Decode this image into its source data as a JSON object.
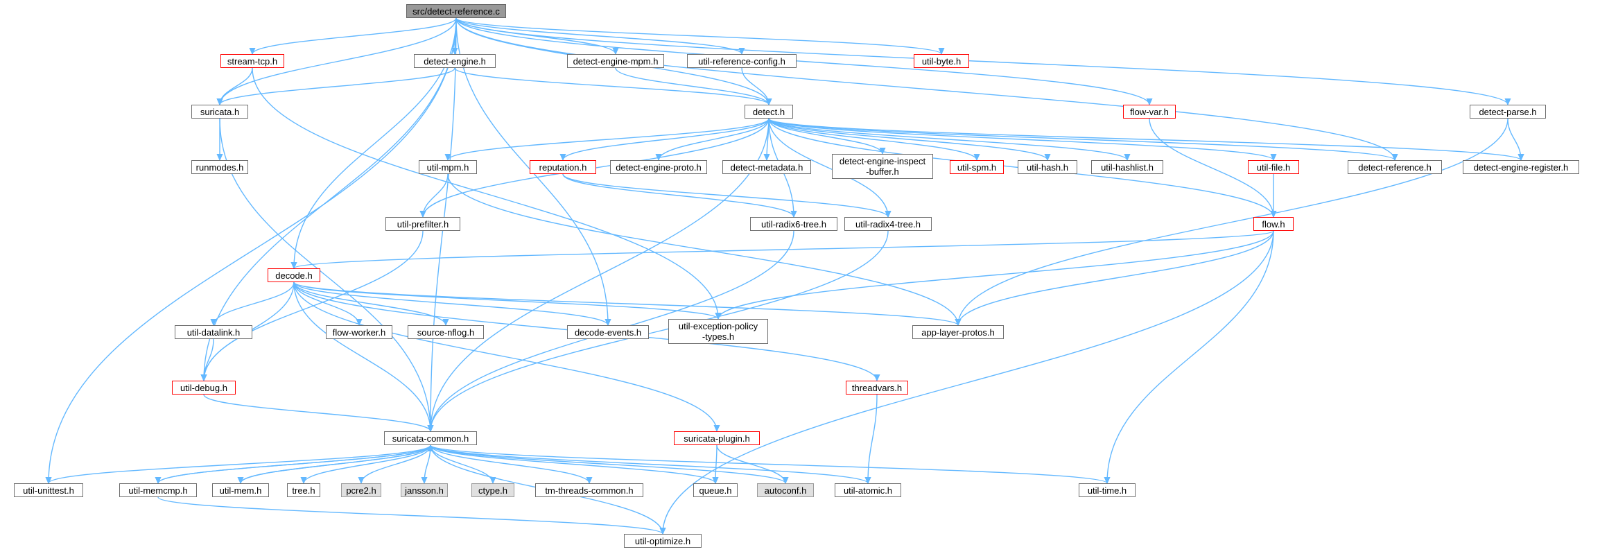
{
  "diagram": {
    "nodes": [
      {
        "id": "root",
        "label": "src/detect-reference.c",
        "style": "root"
      },
      {
        "id": "stream_tcp",
        "label": "stream-tcp.h",
        "style": "red"
      },
      {
        "id": "detect_engine",
        "label": "detect-engine.h",
        "style": "normal"
      },
      {
        "id": "detect_engine_mpm",
        "label": "detect-engine-mpm.h",
        "style": "normal"
      },
      {
        "id": "util_reference_config",
        "label": "util-reference-config.h",
        "style": "normal"
      },
      {
        "id": "util_byte",
        "label": "util-byte.h",
        "style": "red"
      },
      {
        "id": "suricata",
        "label": "suricata.h",
        "style": "normal"
      },
      {
        "id": "detect",
        "label": "detect.h",
        "style": "normal"
      },
      {
        "id": "flow_var",
        "label": "flow-var.h",
        "style": "red"
      },
      {
        "id": "detect_parse",
        "label": "detect-parse.h",
        "style": "normal"
      },
      {
        "id": "runmodes",
        "label": "runmodes.h",
        "style": "normal"
      },
      {
        "id": "util_mpm",
        "label": "util-mpm.h",
        "style": "normal"
      },
      {
        "id": "reputation",
        "label": "reputation.h",
        "style": "red"
      },
      {
        "id": "detect_engine_proto",
        "label": "detect-engine-proto.h",
        "style": "normal"
      },
      {
        "id": "detect_metadata",
        "label": "detect-metadata.h",
        "style": "normal"
      },
      {
        "id": "detect_engine_inspect_buffer",
        "label": "detect-engine-inspect\n-buffer.h",
        "style": "normal"
      },
      {
        "id": "util_spm",
        "label": "util-spm.h",
        "style": "red"
      },
      {
        "id": "util_hash",
        "label": "util-hash.h",
        "style": "normal"
      },
      {
        "id": "util_hashlist",
        "label": "util-hashlist.h",
        "style": "normal"
      },
      {
        "id": "util_file",
        "label": "util-file.h",
        "style": "red"
      },
      {
        "id": "detect_reference",
        "label": "detect-reference.h",
        "style": "normal"
      },
      {
        "id": "detect_engine_register",
        "label": "detect-engine-register.h",
        "style": "normal"
      },
      {
        "id": "util_prefilter",
        "label": "util-prefilter.h",
        "style": "normal"
      },
      {
        "id": "util_radix6_tree",
        "label": "util-radix6-tree.h",
        "style": "normal"
      },
      {
        "id": "util_radix4_tree",
        "label": "util-radix4-tree.h",
        "style": "normal"
      },
      {
        "id": "flow",
        "label": "flow.h",
        "style": "red"
      },
      {
        "id": "decode",
        "label": "decode.h",
        "style": "red"
      },
      {
        "id": "util_datalink",
        "label": "util-datalink.h",
        "style": "normal"
      },
      {
        "id": "flow_worker",
        "label": "flow-worker.h",
        "style": "normal"
      },
      {
        "id": "source_nflog",
        "label": "source-nflog.h",
        "style": "normal"
      },
      {
        "id": "decode_events",
        "label": "decode-events.h",
        "style": "normal"
      },
      {
        "id": "util_exception_policy_types",
        "label": "util-exception-policy\n-types.h",
        "style": "normal"
      },
      {
        "id": "app_layer_protos",
        "label": "app-layer-protos.h",
        "style": "normal"
      },
      {
        "id": "util_debug",
        "label": "util-debug.h",
        "style": "red"
      },
      {
        "id": "threadvars",
        "label": "threadvars.h",
        "style": "red"
      },
      {
        "id": "suricata_common",
        "label": "suricata-common.h",
        "style": "normal"
      },
      {
        "id": "suricata_plugin",
        "label": "suricata-plugin.h",
        "style": "red"
      },
      {
        "id": "util_unittest",
        "label": "util-unittest.h",
        "style": "normal"
      },
      {
        "id": "util_memcmp",
        "label": "util-memcmp.h",
        "style": "normal"
      },
      {
        "id": "util_mem",
        "label": "util-mem.h",
        "style": "normal"
      },
      {
        "id": "tree",
        "label": "tree.h",
        "style": "normal"
      },
      {
        "id": "pcre2",
        "label": "pcre2.h",
        "style": "grey"
      },
      {
        "id": "jansson",
        "label": "jansson.h",
        "style": "grey"
      },
      {
        "id": "ctype",
        "label": "ctype.h",
        "style": "grey"
      },
      {
        "id": "tm_threads_common",
        "label": "tm-threads-common.h",
        "style": "normal"
      },
      {
        "id": "queue",
        "label": "queue.h",
        "style": "normal"
      },
      {
        "id": "autoconf",
        "label": "autoconf.h",
        "style": "grey"
      },
      {
        "id": "util_atomic",
        "label": "util-atomic.h",
        "style": "normal"
      },
      {
        "id": "util_time",
        "label": "util-time.h",
        "style": "normal"
      },
      {
        "id": "util_optimize",
        "label": "util-optimize.h",
        "style": "normal"
      }
    ],
    "edges": [
      [
        "root",
        "stream_tcp"
      ],
      [
        "root",
        "detect_engine"
      ],
      [
        "root",
        "detect_engine_mpm"
      ],
      [
        "root",
        "util_reference_config"
      ],
      [
        "root",
        "util_byte"
      ],
      [
        "root",
        "suricata"
      ],
      [
        "root",
        "detect"
      ],
      [
        "root",
        "flow_var"
      ],
      [
        "root",
        "detect_parse"
      ],
      [
        "root",
        "detect_reference"
      ],
      [
        "root",
        "decode"
      ],
      [
        "root",
        "decode_events"
      ],
      [
        "root",
        "util_debug"
      ],
      [
        "root",
        "suricata_common"
      ],
      [
        "root",
        "util_unittest"
      ],
      [
        "stream_tcp",
        "suricata"
      ],
      [
        "stream_tcp",
        "util_exception_policy_types"
      ],
      [
        "detect_engine",
        "suricata"
      ],
      [
        "detect_engine",
        "detect"
      ],
      [
        "detect_engine_mpm",
        "detect"
      ],
      [
        "util_reference_config",
        "detect"
      ],
      [
        "suricata",
        "runmodes"
      ],
      [
        "suricata",
        "suricata_common"
      ],
      [
        "detect",
        "util_mpm"
      ],
      [
        "detect",
        "reputation"
      ],
      [
        "detect",
        "detect_engine_proto"
      ],
      [
        "detect",
        "detect_metadata"
      ],
      [
        "detect",
        "detect_engine_inspect_buffer"
      ],
      [
        "detect",
        "util_spm"
      ],
      [
        "detect",
        "util_hash"
      ],
      [
        "detect",
        "util_hashlist"
      ],
      [
        "detect",
        "util_file"
      ],
      [
        "detect",
        "detect_reference"
      ],
      [
        "detect",
        "detect_engine_register"
      ],
      [
        "detect",
        "util_prefilter"
      ],
      [
        "detect",
        "util_radix6_tree"
      ],
      [
        "detect",
        "util_radix4_tree"
      ],
      [
        "detect",
        "flow"
      ],
      [
        "detect",
        "suricata_common"
      ],
      [
        "flow_var",
        "flow"
      ],
      [
        "detect_parse",
        "detect_engine_register"
      ],
      [
        "detect_parse",
        "app_layer_protos"
      ],
      [
        "util_mpm",
        "util_prefilter"
      ],
      [
        "util_mpm",
        "app_layer_protos"
      ],
      [
        "reputation",
        "util_radix6_tree"
      ],
      [
        "reputation",
        "util_radix4_tree"
      ],
      [
        "util_file",
        "flow"
      ],
      [
        "util_prefilter",
        "util_debug"
      ],
      [
        "util_radix6_tree",
        "suricata_common"
      ],
      [
        "util_radix4_tree",
        "suricata_common"
      ],
      [
        "flow",
        "decode"
      ],
      [
        "flow",
        "util_exception_policy_types"
      ],
      [
        "flow",
        "app_layer_protos"
      ],
      [
        "flow",
        "util_time"
      ],
      [
        "flow",
        "util_optimize"
      ],
      [
        "decode",
        "util_datalink"
      ],
      [
        "decode",
        "flow_worker"
      ],
      [
        "decode",
        "source_nflog"
      ],
      [
        "decode",
        "decode_events"
      ],
      [
        "decode",
        "util_exception_policy_types"
      ],
      [
        "decode",
        "app_layer_protos"
      ],
      [
        "decode",
        "util_debug"
      ],
      [
        "decode",
        "threadvars"
      ],
      [
        "decode",
        "suricata_common"
      ],
      [
        "decode",
        "suricata_plugin"
      ],
      [
        "util_datalink",
        "util_debug"
      ],
      [
        "util_debug",
        "suricata_common"
      ],
      [
        "threadvars",
        "util_atomic"
      ],
      [
        "suricata_plugin",
        "queue"
      ],
      [
        "suricata_plugin",
        "autoconf"
      ],
      [
        "suricata_common",
        "util_unittest"
      ],
      [
        "suricata_common",
        "util_memcmp"
      ],
      [
        "suricata_common",
        "util_mem"
      ],
      [
        "suricata_common",
        "tree"
      ],
      [
        "suricata_common",
        "pcre2"
      ],
      [
        "suricata_common",
        "jansson"
      ],
      [
        "suricata_common",
        "ctype"
      ],
      [
        "suricata_common",
        "tm_threads_common"
      ],
      [
        "suricata_common",
        "queue"
      ],
      [
        "suricata_common",
        "autoconf"
      ],
      [
        "suricata_common",
        "util_atomic"
      ],
      [
        "suricata_common",
        "util_time"
      ],
      [
        "suricata_common",
        "util_optimize"
      ],
      [
        "util_memcmp",
        "suricata_common"
      ],
      [
        "util_mem",
        "suricata_common"
      ],
      [
        "util_memcmp",
        "util_optimize"
      ]
    ]
  }
}
